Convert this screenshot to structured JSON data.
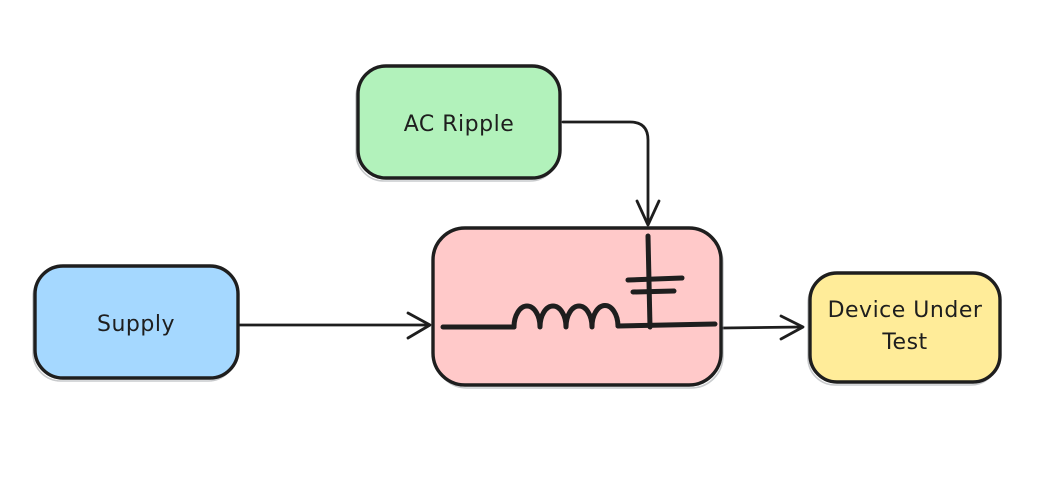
{
  "diagram": {
    "nodes": {
      "ac_ripple": {
        "label": "AC Ripple",
        "fill": "#b2f2bb"
      },
      "supply": {
        "label": "Supply",
        "fill": "#a5d8ff"
      },
      "lc_filter": {
        "fill": "#ffc9c9",
        "symbols": [
          "inductor",
          "capacitor"
        ]
      },
      "dut": {
        "label": "Device Under Test",
        "lines": [
          "Device Under",
          "Test"
        ],
        "fill": "#ffec99"
      }
    },
    "edges": [
      {
        "from": "supply",
        "to": "lc_filter"
      },
      {
        "from": "ac_ripple",
        "to": "lc_filter"
      },
      {
        "from": "lc_filter",
        "to": "dut"
      }
    ]
  },
  "colors": {
    "stroke": "#1e1e1e",
    "canvas_background": "#ffffff"
  }
}
